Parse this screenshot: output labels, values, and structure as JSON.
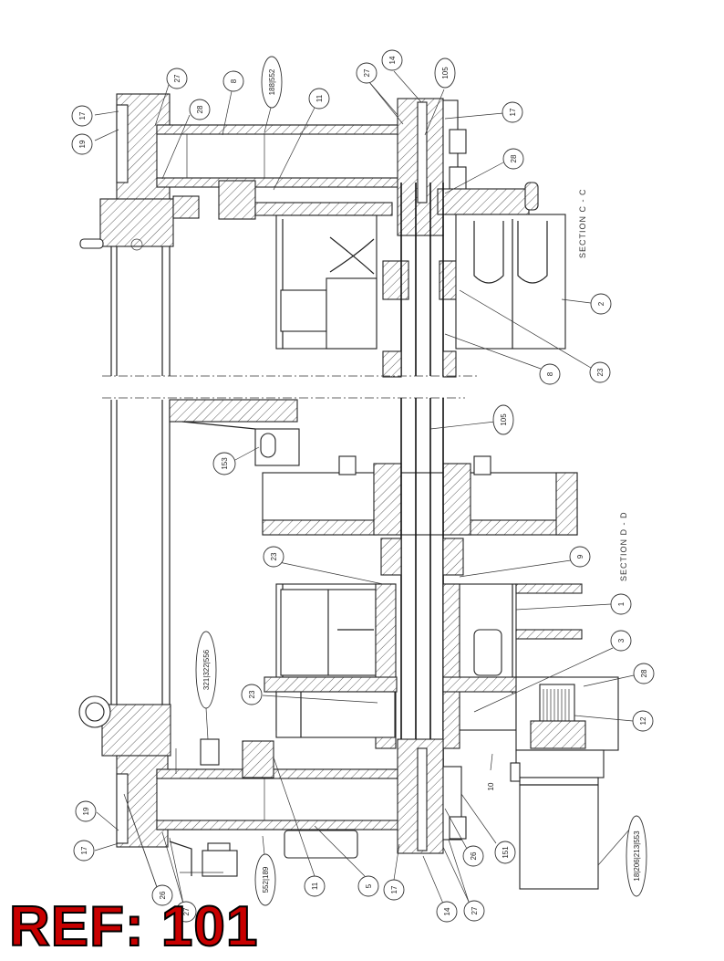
{
  "reference_label": "REF: 101",
  "section_labels": [
    "SECTION C - C",
    "SECTION D - D"
  ],
  "callouts": [
    {
      "id": "c17a",
      "label": "17"
    },
    {
      "id": "c19a",
      "label": "19"
    },
    {
      "id": "c27a",
      "label": "27"
    },
    {
      "id": "c28a",
      "label": "28"
    },
    {
      "id": "c8a",
      "label": "8"
    },
    {
      "id": "c188a",
      "label": "188|552"
    },
    {
      "id": "c11a",
      "label": "11"
    },
    {
      "id": "c27b",
      "label": "27"
    },
    {
      "id": "c14a",
      "label": "14"
    },
    {
      "id": "c105a",
      "label": "105"
    },
    {
      "id": "c17b",
      "label": "17"
    },
    {
      "id": "c28b",
      "label": "28"
    },
    {
      "id": "c2",
      "label": "2"
    },
    {
      "id": "c23a",
      "label": "23"
    },
    {
      "id": "c8b",
      "label": "8"
    },
    {
      "id": "c105b",
      "label": "105"
    },
    {
      "id": "c153",
      "label": "153"
    },
    {
      "id": "c23b",
      "label": "23"
    },
    {
      "id": "c9",
      "label": "9"
    },
    {
      "id": "c1",
      "label": "1"
    },
    {
      "id": "c3",
      "label": "3"
    },
    {
      "id": "c28c",
      "label": "28"
    },
    {
      "id": "c23c",
      "label": "23"
    },
    {
      "id": "c321",
      "label": "321|322|556"
    },
    {
      "id": "c12",
      "label": "12"
    },
    {
      "id": "c10",
      "label": "10"
    },
    {
      "id": "c151",
      "label": "151"
    },
    {
      "id": "c19b",
      "label": "19"
    },
    {
      "id": "c17c",
      "label": "17"
    },
    {
      "id": "c26a",
      "label": "26"
    },
    {
      "id": "c26b",
      "label": "26"
    },
    {
      "id": "c27c",
      "label": "27"
    },
    {
      "id": "c27d",
      "label": "27"
    },
    {
      "id": "c14b",
      "label": "14"
    },
    {
      "id": "c17d",
      "label": "17"
    },
    {
      "id": "c11b",
      "label": "11"
    },
    {
      "id": "c5",
      "label": "5"
    },
    {
      "id": "c552b",
      "label": "552|189"
    },
    {
      "id": "c18b",
      "label": "18|206|213|553"
    }
  ]
}
